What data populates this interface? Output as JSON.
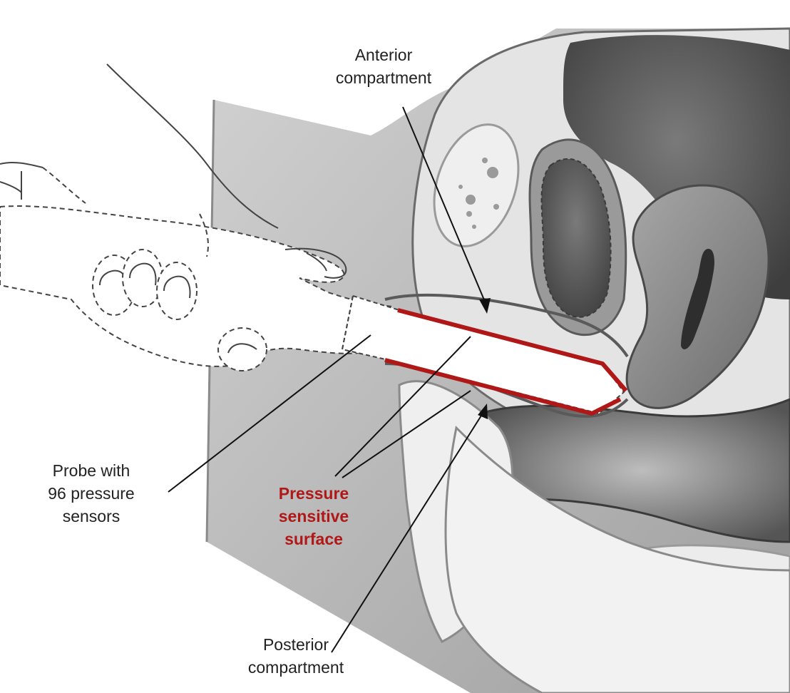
{
  "labels": {
    "anterior": [
      "Anterior",
      "compartment"
    ],
    "probe": [
      "Probe with",
      "96 pressure",
      "sensors"
    ],
    "pressure_surface": [
      "Pressure",
      "sensitive",
      "surface"
    ],
    "posterior": [
      "Posterior",
      "compartment"
    ]
  },
  "colors": {
    "sensor_surface": "#b01818",
    "tissue_dark": "#4a4a4a",
    "tissue_mid": "#8a8a8a",
    "tissue_light": "#d8d8d8",
    "background_panel": "#bdbdbd"
  }
}
